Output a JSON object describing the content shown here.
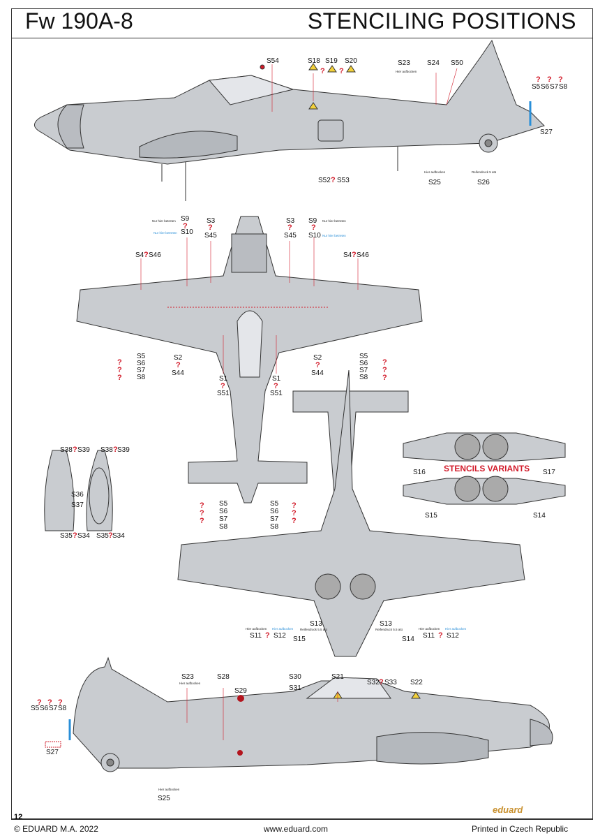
{
  "header": {
    "model": "Fw 190A-8",
    "section_title": "STENCILING POSITIONS"
  },
  "side_top": {
    "labels": [
      "S54",
      "S18",
      "S19",
      "S20",
      "S23",
      "S24",
      "S50",
      "S5",
      "S6",
      "S7",
      "S8",
      "S27",
      "S52",
      "S53",
      "S25",
      "S26"
    ],
    "qmark": "?",
    "texts": {
      "hier_aufbocken": "Hier aufbocken",
      "reifendruck": "Reifendruck 5 atü"
    }
  },
  "top_view": {
    "labels": [
      "S9",
      "S10",
      "S3",
      "S45",
      "S3",
      "S45",
      "S9",
      "S10",
      "S4",
      "S46",
      "S4",
      "S46",
      "S5",
      "S6",
      "S7",
      "S8",
      "S2",
      "S44",
      "S1",
      "S51",
      "S1",
      "S51",
      "S2",
      "S44",
      "S5",
      "S6",
      "S7",
      "S8",
      "S5",
      "S6",
      "S7",
      "S8",
      "S5",
      "S6",
      "S7",
      "S8"
    ],
    "texts": {
      "nur_hier_betreten": "Nur hier betreten"
    }
  },
  "droptank": {
    "labels": [
      "S38",
      "S39",
      "S38",
      "S39",
      "S36",
      "S37",
      "S35",
      "S34",
      "S35",
      "S34"
    ]
  },
  "variants": {
    "title": "STENCILS VARIANTS",
    "labels": [
      "S16",
      "S17",
      "S15",
      "S14"
    ]
  },
  "bottom_view": {
    "labels": [
      "S11",
      "S12",
      "S15",
      "S13",
      "S13",
      "S14",
      "S11",
      "S12"
    ],
    "texts": {
      "hier_aufbocken": "Hier aufbocken",
      "reifendruck": "Reifendruck 5.5 atü"
    }
  },
  "side_bottom": {
    "labels": [
      "S23",
      "S28",
      "S29",
      "S30",
      "S31",
      "S21",
      "S32",
      "S33",
      "S22",
      "S5",
      "S6",
      "S7",
      "S8",
      "S27",
      "S25"
    ]
  },
  "footer": {
    "page": "12",
    "copyright": "© EDUARD M.A. 2022",
    "website": "www.eduard.com",
    "printed": "Printed in Czech Republic",
    "brand": "eduard"
  },
  "colors": {
    "aircraft_grey": "#c9ccd0",
    "outline": "#333333",
    "stencil_red": "#d21b2a",
    "stencil_blue": "#2a8fd8"
  }
}
